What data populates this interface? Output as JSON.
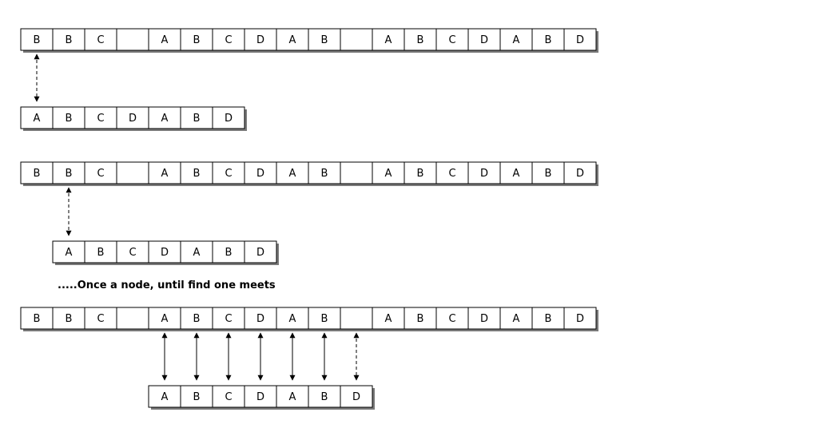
{
  "text_string": [
    "B",
    "B",
    "C",
    "",
    "A",
    "B",
    "C",
    "D",
    "A",
    "B",
    "",
    "A",
    "B",
    "C",
    "D",
    "A",
    "B",
    "D"
  ],
  "pattern_string": [
    "A",
    "B",
    "C",
    "D",
    "A",
    "B",
    "D"
  ],
  "caption": ".....Once a node, until find one meets",
  "steps": [
    {
      "pattern_shift": 0,
      "comparisons": [
        {
          "index": 0,
          "style": "dashed"
        }
      ]
    },
    {
      "pattern_shift": 1,
      "comparisons": [
        {
          "index": 0,
          "style": "dashed"
        }
      ]
    },
    {
      "pattern_shift": 4,
      "comparisons": [
        {
          "index": 0,
          "style": "solid"
        },
        {
          "index": 1,
          "style": "solid"
        },
        {
          "index": 2,
          "style": "solid"
        },
        {
          "index": 3,
          "style": "solid"
        },
        {
          "index": 4,
          "style": "solid"
        },
        {
          "index": 5,
          "style": "solid"
        },
        {
          "index": 6,
          "style": "dashed"
        }
      ]
    }
  ]
}
